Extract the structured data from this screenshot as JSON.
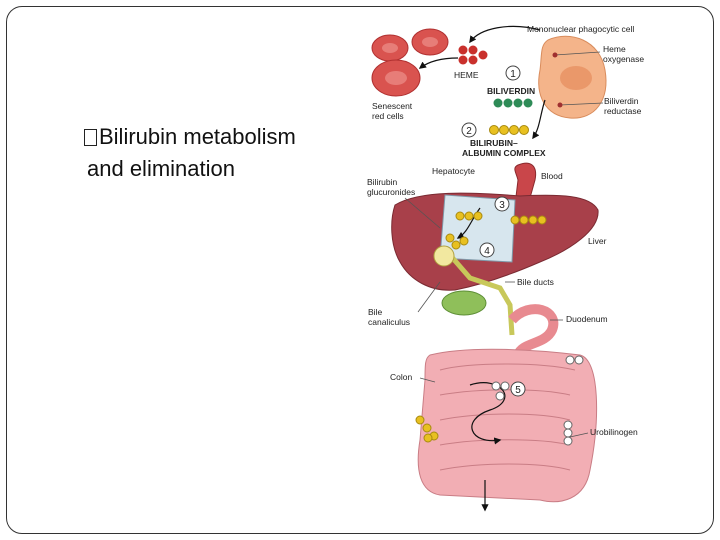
{
  "slide": {
    "bullet_line1": "Bilirubin metabolism",
    "bullet_line2": "and elimination"
  },
  "diagram": {
    "labels": {
      "mononuclear": "Mononuclear phagocytic cell",
      "heme": "HEME",
      "heme_oxygenase_1": "Heme",
      "heme_oxygenase_2": "oxygenase",
      "senescent_1": "Senescent",
      "senescent_2": "red cells",
      "biliverdin": "BILIVERDIN",
      "biliverdin_reductase_1": "Biliverdin",
      "biliverdin_reductase_2": "reductase",
      "bilirubin_albumin_1": "BILIRUBIN–",
      "bilirubin_albumin_2": "ALBUMIN COMPLEX",
      "hepatocyte": "Hepatocyte",
      "blood": "Blood",
      "bilirubin_gluc_1": "Bilirubin",
      "bilirubin_gluc_2": "glucuronides",
      "liver": "Liver",
      "bile_ducts": "Bile ducts",
      "bile_canaliculus_1": "Bile",
      "bile_canaliculus_2": "canaliculus",
      "duodenum": "Duodenum",
      "colon": "Colon",
      "urobilinogen": "Urobilinogen"
    },
    "steps": [
      "1",
      "2",
      "3",
      "4",
      "5"
    ],
    "colors": {
      "rbc": "#d9534f",
      "heme_dot": "#c9302c",
      "biliverdin_dot": "#2e8b57",
      "bilirubin_dot": "#e8c020",
      "urobilinogen_dot": "#ffffff",
      "liver": "#a8404a",
      "hepatocyte": "#d7e6ee",
      "gallbladder": "#8fbf5a",
      "intestine": "#f2aeb4",
      "phagocyte": "#f4b48a"
    }
  }
}
